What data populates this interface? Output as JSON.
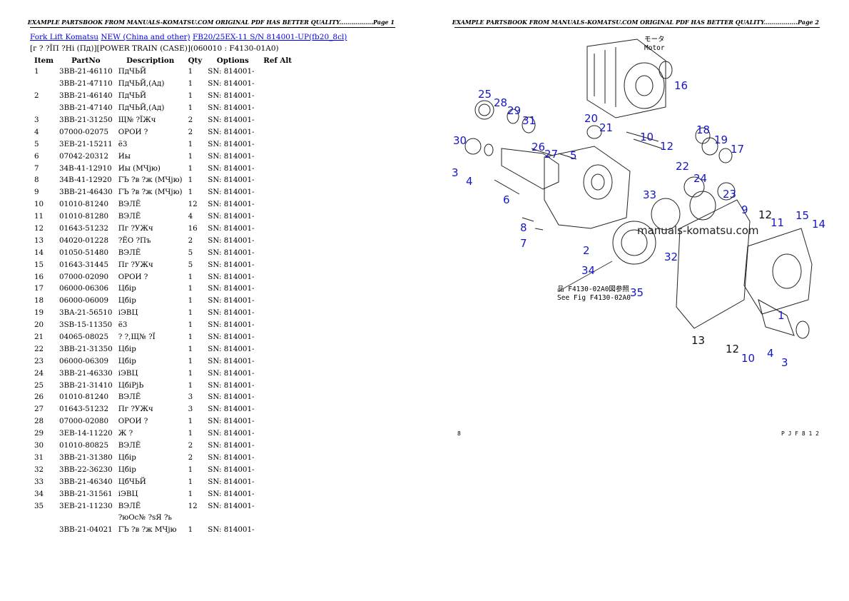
{
  "page1": {
    "header": "EXAMPLE PARTSBOOK FROM MANUALS-KOMATSU.COM ORIGINAL PDF HAS BETTER QUALITY.................Page 1",
    "breadcrumbs": [
      "Fork Lift Komatsu",
      "NEW (China and other)",
      "FB20/25EX-11 S/N 814001-UP(fb20_8cl)"
    ],
    "subtitle": "[г ? ?ЇП ?Hi (Пд)][POWER TRAIN (CASE)](060010 : F4130-01A0)",
    "columns": [
      "Item",
      "PartNo",
      "Description",
      "Qty",
      "Options",
      "Ref Alt"
    ],
    "rows": [
      [
        "1",
        "3BB-21-46110",
        "ПдЧЬЙ",
        "1",
        "SN: 814001-",
        ""
      ],
      [
        "",
        "3BB-21-47110",
        "ПдЧЬЙ,(Ад)",
        "1",
        "SN: 814001-",
        ""
      ],
      [
        "2",
        "3BB-21-46140",
        "ПдЧЬЙ",
        "1",
        "SN: 814001-",
        ""
      ],
      [
        "",
        "3BB-21-47140",
        "ПдЧЬЙ,(Ад)",
        "1",
        "SN: 814001-",
        ""
      ],
      [
        "3",
        "3BB-21-31250",
        "Щ№ ?ЇЖч",
        "2",
        "SN: 814001-",
        ""
      ],
      [
        "4",
        "07000-02075",
        "ОРОИ ?",
        "2",
        "SN: 814001-",
        ""
      ],
      [
        "5",
        "3EB-21-15211",
        "ё3",
        "1",
        "SN: 814001-",
        ""
      ],
      [
        "6",
        "07042-20312",
        "Иы",
        "1",
        "SN: 814001-",
        ""
      ],
      [
        "7",
        "34B-41-12910",
        "Иы (МЧјю)",
        "1",
        "SN: 814001-",
        ""
      ],
      [
        "8",
        "34B-41-12920",
        "ГЪ ?в ?ж (МЧјю)",
        "1",
        "SN: 814001-",
        ""
      ],
      [
        "9",
        "3BB-21-46430",
        "ГЪ ?в ?ж (МЧјю)",
        "1",
        "SN: 814001-",
        ""
      ],
      [
        "10",
        "01010-81240",
        "ВЭЛЁ",
        "12",
        "SN: 814001-",
        ""
      ],
      [
        "11",
        "01010-81280",
        "ВЭЛЁ",
        "4",
        "SN: 814001-",
        ""
      ],
      [
        "12",
        "01643-51232",
        "Пг ?УЖч",
        "16",
        "SN: 814001-",
        ""
      ],
      [
        "13",
        "04020-01228",
        "?ЁО ?Пъ",
        "2",
        "SN: 814001-",
        ""
      ],
      [
        "14",
        "01050-51480",
        "ВЭЛЁ",
        "5",
        "SN: 814001-",
        ""
      ],
      [
        "15",
        "01643-31445",
        "Пг ?УЖч",
        "5",
        "SN: 814001-",
        ""
      ],
      [
        "16",
        "07000-02090",
        "ОРОИ ?",
        "1",
        "SN: 814001-",
        ""
      ],
      [
        "17",
        "06000-06306",
        "Цбiр",
        "1",
        "SN: 814001-",
        ""
      ],
      [
        "18",
        "06000-06009",
        "Цбiр",
        "1",
        "SN: 814001-",
        ""
      ],
      [
        "19",
        "3BA-21-56510",
        "iЭВЦ",
        "1",
        "SN: 814001-",
        ""
      ],
      [
        "20",
        "3SB-15-11350",
        "ё3",
        "1",
        "SN: 814001-",
        ""
      ],
      [
        "21",
        "04065-08025",
        "? ?,Щ№ ?Ї",
        "1",
        "SN: 814001-",
        ""
      ],
      [
        "22",
        "3BB-21-31350",
        "Цбiр",
        "1",
        "SN: 814001-",
        ""
      ],
      [
        "23",
        "06000-06309",
        "Цбiр",
        "1",
        "SN: 814001-",
        ""
      ],
      [
        "24",
        "3BB-21-46330",
        "iЭВЦ",
        "1",
        "SN: 814001-",
        ""
      ],
      [
        "25",
        "3BB-21-31410",
        "ЦбiРјЬ",
        "1",
        "SN: 814001-",
        ""
      ],
      [
        "26",
        "01010-81240",
        "ВЭЛЁ",
        "3",
        "SN: 814001-",
        ""
      ],
      [
        "27",
        "01643-51232",
        "Пг ?УЖч",
        "3",
        "SN: 814001-",
        ""
      ],
      [
        "28",
        "07000-02080",
        "ОРОИ ?",
        "1",
        "SN: 814001-",
        ""
      ],
      [
        "29",
        "3EB-14-11220",
        "Ж ?",
        "1",
        "SN: 814001-",
        ""
      ],
      [
        "30",
        "01010-80825",
        "ВЭЛЁ",
        "2",
        "SN: 814001-",
        ""
      ],
      [
        "31",
        "3BB-21-31380",
        "Цбiр",
        "2",
        "SN: 814001-",
        ""
      ],
      [
        "32",
        "3BB-22-36230",
        "Цбiр",
        "1",
        "SN: 814001-",
        ""
      ],
      [
        "33",
        "3BB-21-46340",
        "ЦбЧЬЙ",
        "1",
        "SN: 814001-",
        ""
      ],
      [
        "34",
        "3BB-21-31561",
        "iЭВЦ",
        "1",
        "SN: 814001-",
        ""
      ],
      [
        "35",
        "3EB-21-11230",
        "ВЭЛЁ",
        "12",
        "SN: 814001-",
        ""
      ],
      [
        "",
        "",
        "?юОс№ ?sЯ ?ь",
        "",
        "",
        ""
      ],
      [
        "",
        "3BB-21-04021",
        "ГЪ ?в ?ж МЧјю",
        "1",
        "SN: 814001-",
        ""
      ]
    ]
  },
  "page2": {
    "header": "EXAMPLE PARTSBOOK FROM MANUALS-KOMATSU.COM ORIGINAL PDF HAS BETTER QUALITY.................Page 2",
    "watermark": "manuals-komatsu.com",
    "motor_label": [
      "モータ",
      "Motor"
    ],
    "see_fig": [
      "品 F4130-02A0図参照",
      "See Fig F4130-02A0"
    ],
    "footer_left": "8",
    "footer_right": "P J F 8 1 2",
    "callouts": [
      "1",
      "2",
      "3",
      "4",
      "5",
      "6",
      "7",
      "8",
      "9",
      "10",
      "11",
      "12",
      "13",
      "14",
      "15",
      "16",
      "17",
      "18",
      "19",
      "20",
      "21",
      "22",
      "23",
      "24",
      "25",
      "26",
      "27",
      "28",
      "29",
      "30",
      "31",
      "32",
      "33",
      "34",
      "35"
    ]
  }
}
